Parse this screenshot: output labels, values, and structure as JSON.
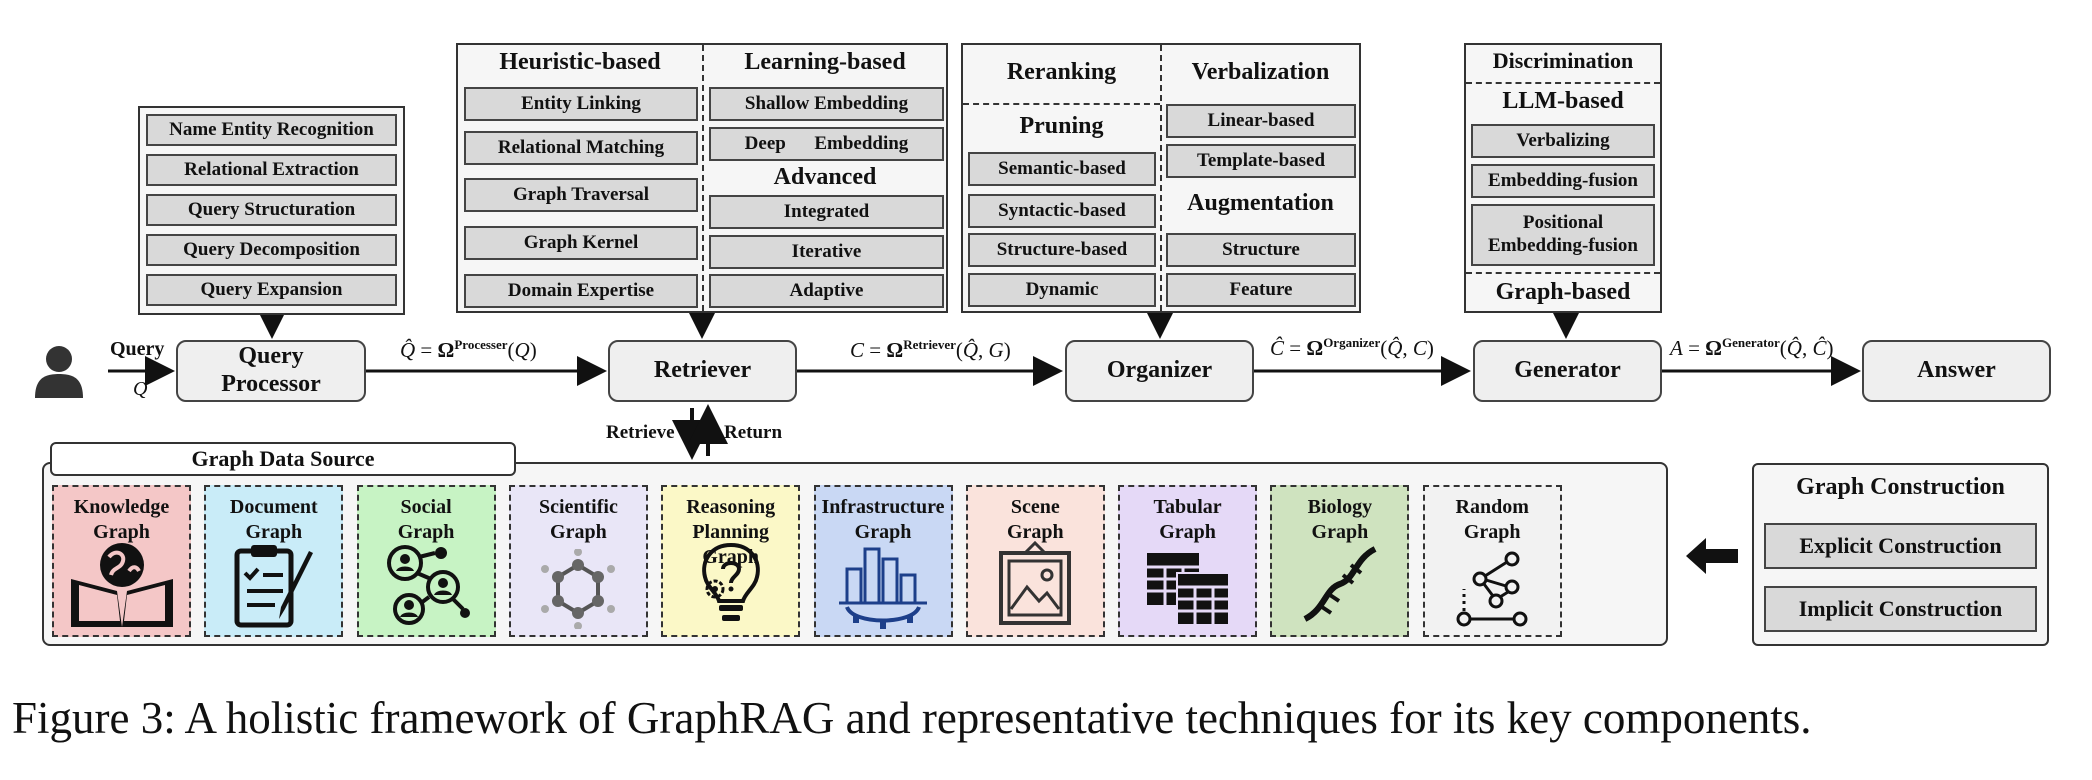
{
  "query_processor": {
    "techniques": [
      "Name Entity Recognition",
      "Relational Extraction",
      "Query Structuration",
      "Query Decomposition",
      "Query Expansion"
    ],
    "label": "Query\nProcessor"
  },
  "retriever": {
    "heuristic_header": "Heuristic-based",
    "heuristic": [
      "Entity Linking",
      "Relational Matching",
      "Graph Traversal",
      "Graph Kernel",
      "Domain Expertise"
    ],
    "learning_header": "Learning-based",
    "learning": [
      "Shallow Embedding",
      "Deep      Embedding"
    ],
    "advanced_header": "Advanced",
    "advanced": [
      "Integrated",
      "Iterative",
      "Adaptive"
    ],
    "label": "Retriever"
  },
  "organizer": {
    "reranking_header": "Reranking",
    "pruning_header": "Pruning",
    "pruning": [
      "Semantic-based",
      "Syntactic-based",
      "Structure-based",
      "Dynamic"
    ],
    "verbalization_header": "Verbalization",
    "verbalization": [
      "Linear-based",
      "Template-based"
    ],
    "augmentation_header": "Augmentation",
    "augmentation": [
      "Structure",
      "Feature"
    ],
    "label": "Organizer"
  },
  "generator": {
    "discrimination_header": "Discrimination",
    "llm_header": "LLM-based",
    "llm": [
      "Verbalizing",
      "Embedding-fusion",
      "Positional\nEmbedding-fusion"
    ],
    "graph_header": "Graph-based",
    "label": "Generator"
  },
  "flow": {
    "query_label": "Query",
    "query_symbol": "Q",
    "answer_label": "Answer",
    "retrieve_label": "Retrieve",
    "return_label": "Return"
  },
  "graph_source": {
    "title": "Graph Data Source",
    "graphs": [
      {
        "label": "Knowledge\nGraph",
        "color": "#f4c7c7",
        "icon": "book-globe-icon"
      },
      {
        "label": "Document\nGraph",
        "color": "#c9ecf8",
        "icon": "clipboard-pen-icon"
      },
      {
        "label": "Social\nGraph",
        "color": "#c7f3c4",
        "icon": "people-network-icon"
      },
      {
        "label": "Scientific\nGraph",
        "color": "#e9e6f7",
        "icon": "molecule-icon"
      },
      {
        "label": "Reasoning\nPlanning Graph",
        "color": "#fbf8c7",
        "icon": "lightbulb-gear-icon"
      },
      {
        "label": "Infrastructure\nGraph",
        "color": "#c9d8f4",
        "icon": "city-gear-icon"
      },
      {
        "label": "Scene\nGraph",
        "color": "#fae3dc",
        "icon": "picture-frame-icon"
      },
      {
        "label": "Tabular\nGraph",
        "color": "#e5d9f7",
        "icon": "table-icon"
      },
      {
        "label": "Biology\nGraph",
        "color": "#cfe3bf",
        "icon": "dna-icon"
      },
      {
        "label": "Random\nGraph",
        "color": "#f2f2f2",
        "icon": "random-graph-icon"
      }
    ]
  },
  "graph_construction": {
    "title": "Graph Construction",
    "items": [
      "Explicit Construction",
      "Implicit Construction"
    ]
  },
  "caption": "Figure 3: A holistic framework of GraphRAG and representative techniques for its key components."
}
